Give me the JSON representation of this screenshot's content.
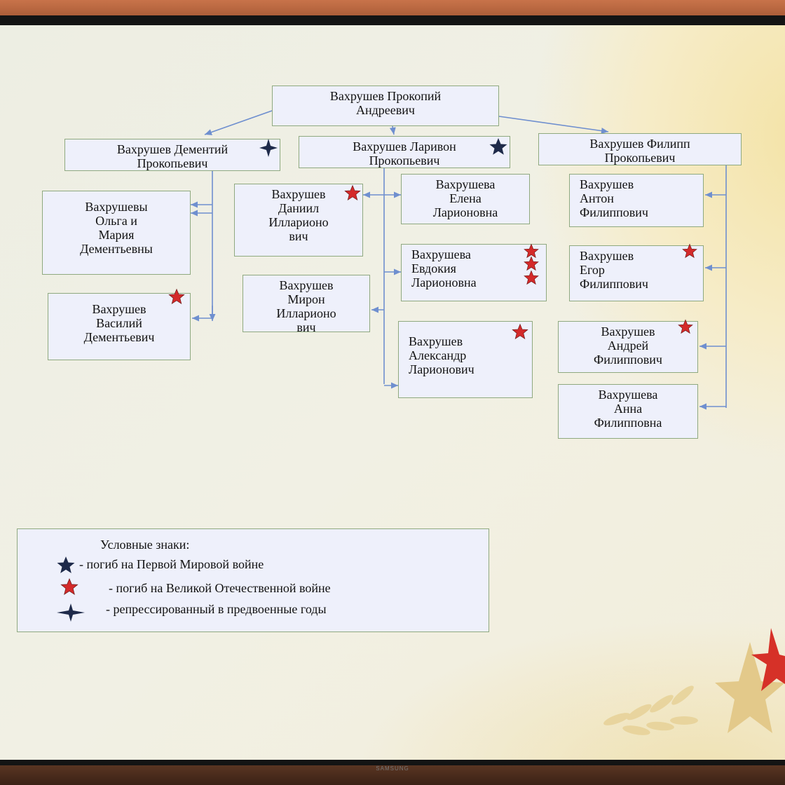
{
  "title": "Род Вахрушевых в 1900-1945 годы",
  "brand": "SAMSUNG",
  "colors": {
    "box_fill": "#eef0fb",
    "box_border": "#8fa97f",
    "arrow": "#6f8fcf",
    "star_red": "#d42a2a",
    "star_dark": "#1e2a4a"
  },
  "nodes": {
    "root": {
      "lines": [
        "Вахрушев Прокопий",
        "Андреевич"
      ]
    },
    "dementiy": {
      "lines": [
        "Вахрушев Дементий",
        "Прокопьевич"
      ],
      "mark": "dark-cross-star"
    },
    "larivon": {
      "lines": [
        "Вахрушев Ларивон",
        "Прокопьевич"
      ],
      "mark": "dark-star"
    },
    "filipp": {
      "lines": [
        "Вахрушев Филипп",
        "Прокопьевич"
      ]
    },
    "olga": {
      "lines": [
        "Вахрушевы",
        "Ольга и",
        "Мария",
        "Дементьевны"
      ]
    },
    "vasiliy": {
      "lines": [
        "Вахрушев",
        "Василий",
        "Дементьевич"
      ],
      "mark": "red-star"
    },
    "daniil": {
      "lines": [
        "Вахрушев",
        "Даниил",
        "Илларионо",
        "вич"
      ],
      "mark": "red-star"
    },
    "miron": {
      "lines": [
        "Вахрушев",
        "Мирон",
        "Илларионо",
        "вич"
      ]
    },
    "elena": {
      "lines": [
        "Вахрушева",
        "Елена",
        "Ларионовна"
      ]
    },
    "evdokiya": {
      "lines": [
        "Вахрушева",
        "Евдокия",
        "Ларионовна"
      ],
      "mark": "three-red-stars"
    },
    "aleksandr": {
      "lines": [
        "Вахрушев",
        "Александр",
        "Ларионович"
      ],
      "mark": "red-star"
    },
    "anton": {
      "lines": [
        "Вахрушев",
        "Антон",
        "Филиппович"
      ]
    },
    "egor": {
      "lines": [
        "Вахрушев",
        "Егор",
        "Филиппович"
      ],
      "mark": "red-star"
    },
    "andrey": {
      "lines": [
        "Вахрушев",
        "Андрей",
        "Филиппович"
      ],
      "mark": "red-star"
    },
    "anna": {
      "lines": [
        "Вахрушева",
        "Анна",
        "Филипповна"
      ]
    }
  },
  "legend": {
    "title": "Условные знаки:",
    "items": [
      {
        "icon": "dark-star",
        "text": "- погиб на Первой Мировой войне"
      },
      {
        "icon": "red-star",
        "text": "- погиб на Великой Отечественной войне"
      },
      {
        "icon": "dark-cross-star",
        "text": "-  репрессированный в предвоенные годы"
      }
    ]
  }
}
